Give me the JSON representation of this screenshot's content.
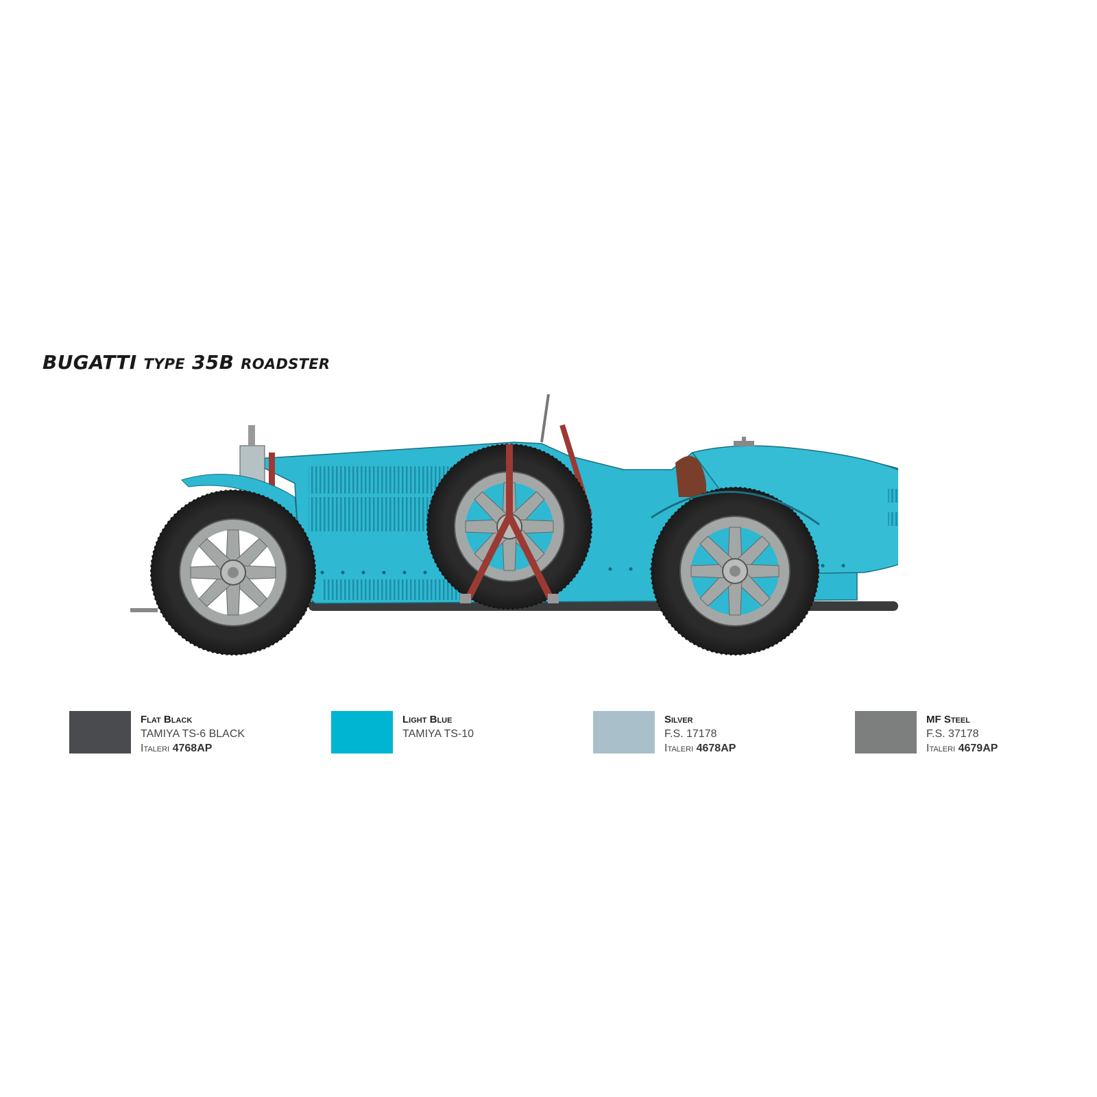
{
  "title": {
    "brand": "BUGATTI",
    "type_word": "Type",
    "model": "35B",
    "body_word": "Roadster"
  },
  "colors": {
    "body_blue": "#2fb8d2",
    "tire_black": "#2b2b2b",
    "wheel_silver": "#a3a8a6",
    "strap_red": "#9b3a33",
    "seat_brown": "#7a3f2b"
  },
  "swatches": [
    {
      "name": "Flat Black",
      "line1": "TAMIYA TS-6 BLACK",
      "line2_prefix": "Italeri",
      "line2_code": "4768AP",
      "color": "#4a4b4e"
    },
    {
      "name": "Light Blue",
      "line1": "TAMIYA TS-10",
      "line2_prefix": "",
      "line2_code": "",
      "color": "#00b5d1"
    },
    {
      "name": "Silver",
      "line1": "F.S. 17178",
      "line2_prefix": "Italeri",
      "line2_code": "4678AP",
      "color": "#a9c0cb"
    },
    {
      "name": "MF Steel",
      "line1": "F.S. 37178",
      "line2_prefix": "Italeri",
      "line2_code": "4679AP",
      "color": "#7d7f7f"
    }
  ]
}
